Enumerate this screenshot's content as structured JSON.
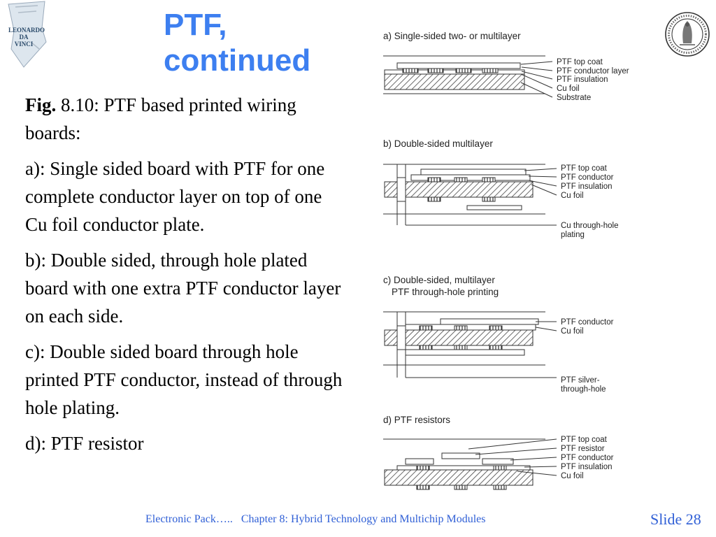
{
  "slide": {
    "title_lines": [
      "PTF,",
      "continued"
    ],
    "fig_label": "Fig.",
    "fig_caption": "8.10: PTF based printed wiring boards:",
    "items": [
      "a): Single sided board with PTF for one complete conductor layer on top of one Cu foil conductor plate.",
      "b): Double sided, through hole plated board with one extra PTF conductor layer on each side.",
      "c): Double sided board through hole printed PTF conductor, instead of through hole plating.",
      "d): PTF resistor"
    ]
  },
  "logos": {
    "left_text": [
      "LEONARDO",
      "DA",
      "VINCI"
    ],
    "right_icon": "university-seal-icon"
  },
  "figure": {
    "panel_a": {
      "heading": "a) Single-sided two- or multilayer",
      "labels": [
        "PTF top coat",
        "PTF conductor layer",
        "PTF insulation",
        "Cu foil",
        "Substrate"
      ]
    },
    "panel_b": {
      "heading": "b)  Double-sided multilayer",
      "labels": [
        "PTF top coat",
        "PTF conductor",
        "PTF insulation",
        "Cu foil",
        "Cu through-hole",
        "plating"
      ]
    },
    "panel_c": {
      "heading_lines": [
        "c) Double-sided, multilayer",
        "PTF through-hole printing"
      ],
      "labels": [
        "PTF conductor",
        "Cu foil",
        "PTF silver-",
        "through-hole"
      ]
    },
    "panel_d": {
      "heading": "d) PTF resistors",
      "labels": [
        "PTF top coat",
        "PTF resistor",
        "PTF conductor",
        "PTF insulation",
        "Cu foil"
      ]
    }
  },
  "footer": {
    "course": "Electronic Pack…..",
    "chapter": "Chapter 8: Hybrid Technology and Multichip Modules",
    "slide_number": "Slide 28"
  },
  "colors": {
    "title": "#3d7ff0",
    "footer": "#2f5fd6"
  }
}
